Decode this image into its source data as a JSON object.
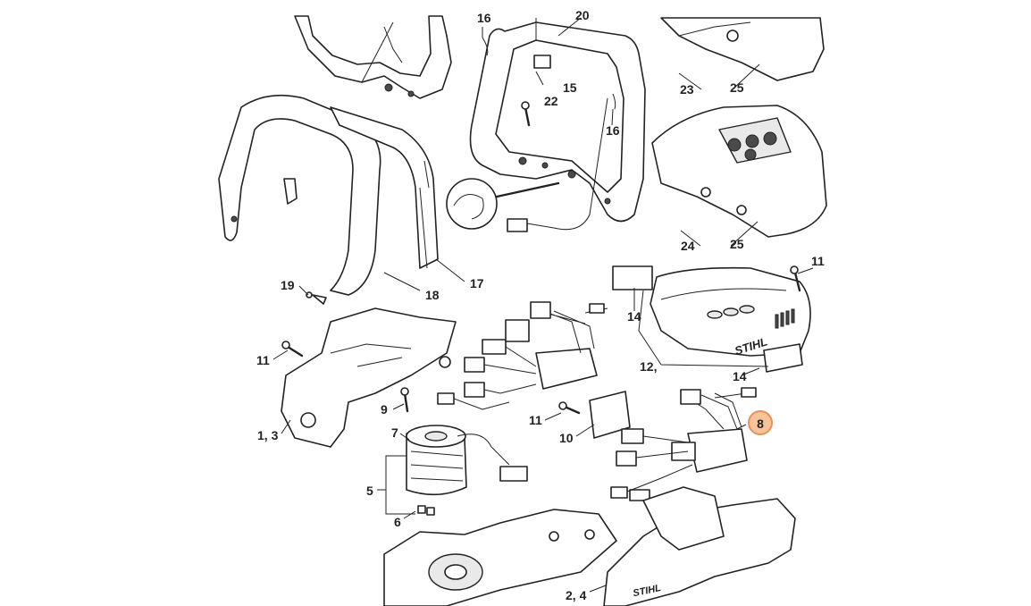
{
  "callouts": {
    "c16a": "16",
    "c20": "20",
    "c15": "15",
    "c22": "22",
    "c16b": "16",
    "c23": "23",
    "c25a": "25",
    "c24": "24",
    "c25b": "25",
    "c19": "19",
    "c18": "18",
    "c17": "17",
    "c11a": "11",
    "c14a": "14",
    "c12": "12,",
    "c14b": "14",
    "c11b": "11",
    "c13": "1, 3",
    "c9": "9",
    "c11c": "11",
    "c10": "10",
    "c7": "7",
    "c5": "5",
    "c6": "6",
    "c8": "8",
    "c24b": "2, 4"
  },
  "labels": {
    "brand_cover": "STIHL",
    "brand_housing": "STIHL"
  },
  "colors": {
    "highlight_fill": "#f7c49a",
    "highlight_stroke": "#e8915a",
    "line": "#222222"
  }
}
